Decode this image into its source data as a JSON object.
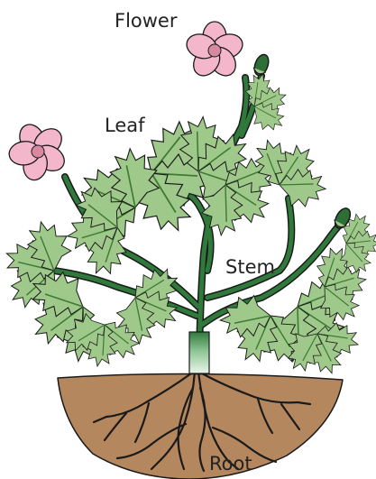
{
  "labels": {
    "flower": "Flower",
    "leaf": "Leaf",
    "stem": "Stem",
    "root": "Root"
  },
  "colors": {
    "petal": "#f3b6cb",
    "petal_center": "#d8889f",
    "leaf": "#9fc98a",
    "leaf_vein": "#3f7a33",
    "stem": "#2f7a3b",
    "stem_base": "#eaf6ea",
    "bud": "#2d6f37",
    "soil": "#b5875f",
    "root": "#3a3028",
    "outline": "#1a1a1a"
  }
}
